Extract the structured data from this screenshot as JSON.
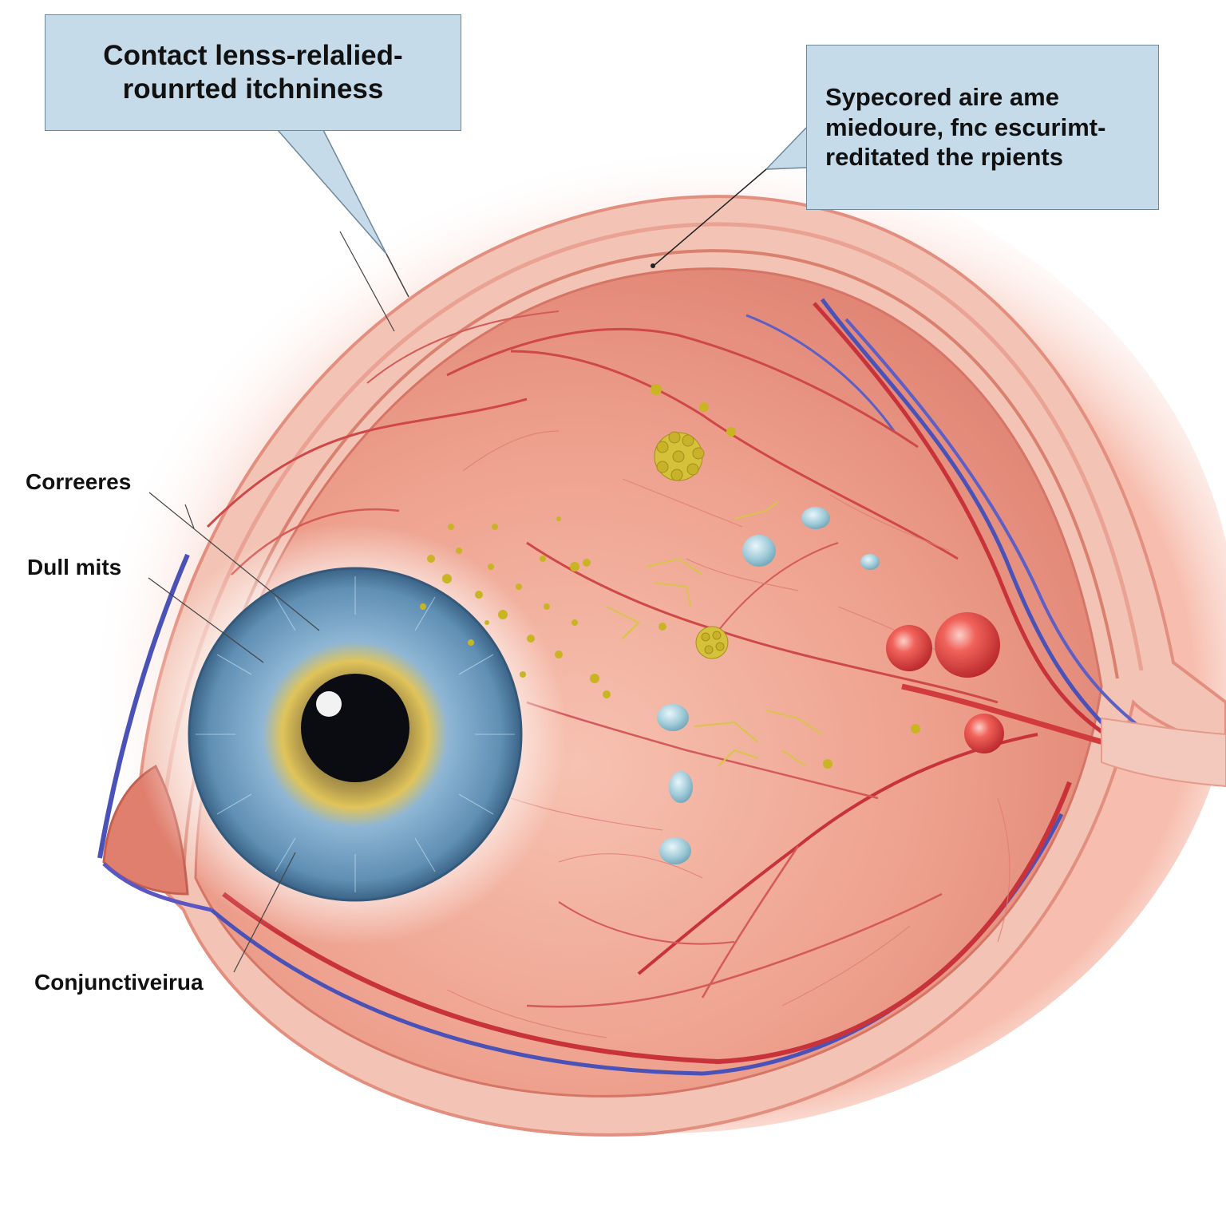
{
  "callouts": {
    "top_left": {
      "lines": [
        "Contact lenss-relalied-",
        "rounrted itchniness"
      ]
    },
    "top_right": {
      "lines": [
        "Sypecored aire ame",
        "miedoure, fnc escurimt-",
        "reditated the rpients"
      ]
    }
  },
  "labels": {
    "label_1": "Correeres",
    "label_2": "Dull mits",
    "label_3": "Conjunctiveirua"
  },
  "colors": {
    "sclera": "#ea9a88",
    "artery": "#c8323a",
    "vein": "#4a52b8",
    "iris": "#6e9fc4",
    "pupil": "#0a0c12",
    "allergen_particles": "#c9b424",
    "droplets": "#a9d4e0",
    "inflamed_nodules": "#e84a45",
    "callout_fill": "#c6dbe9"
  }
}
